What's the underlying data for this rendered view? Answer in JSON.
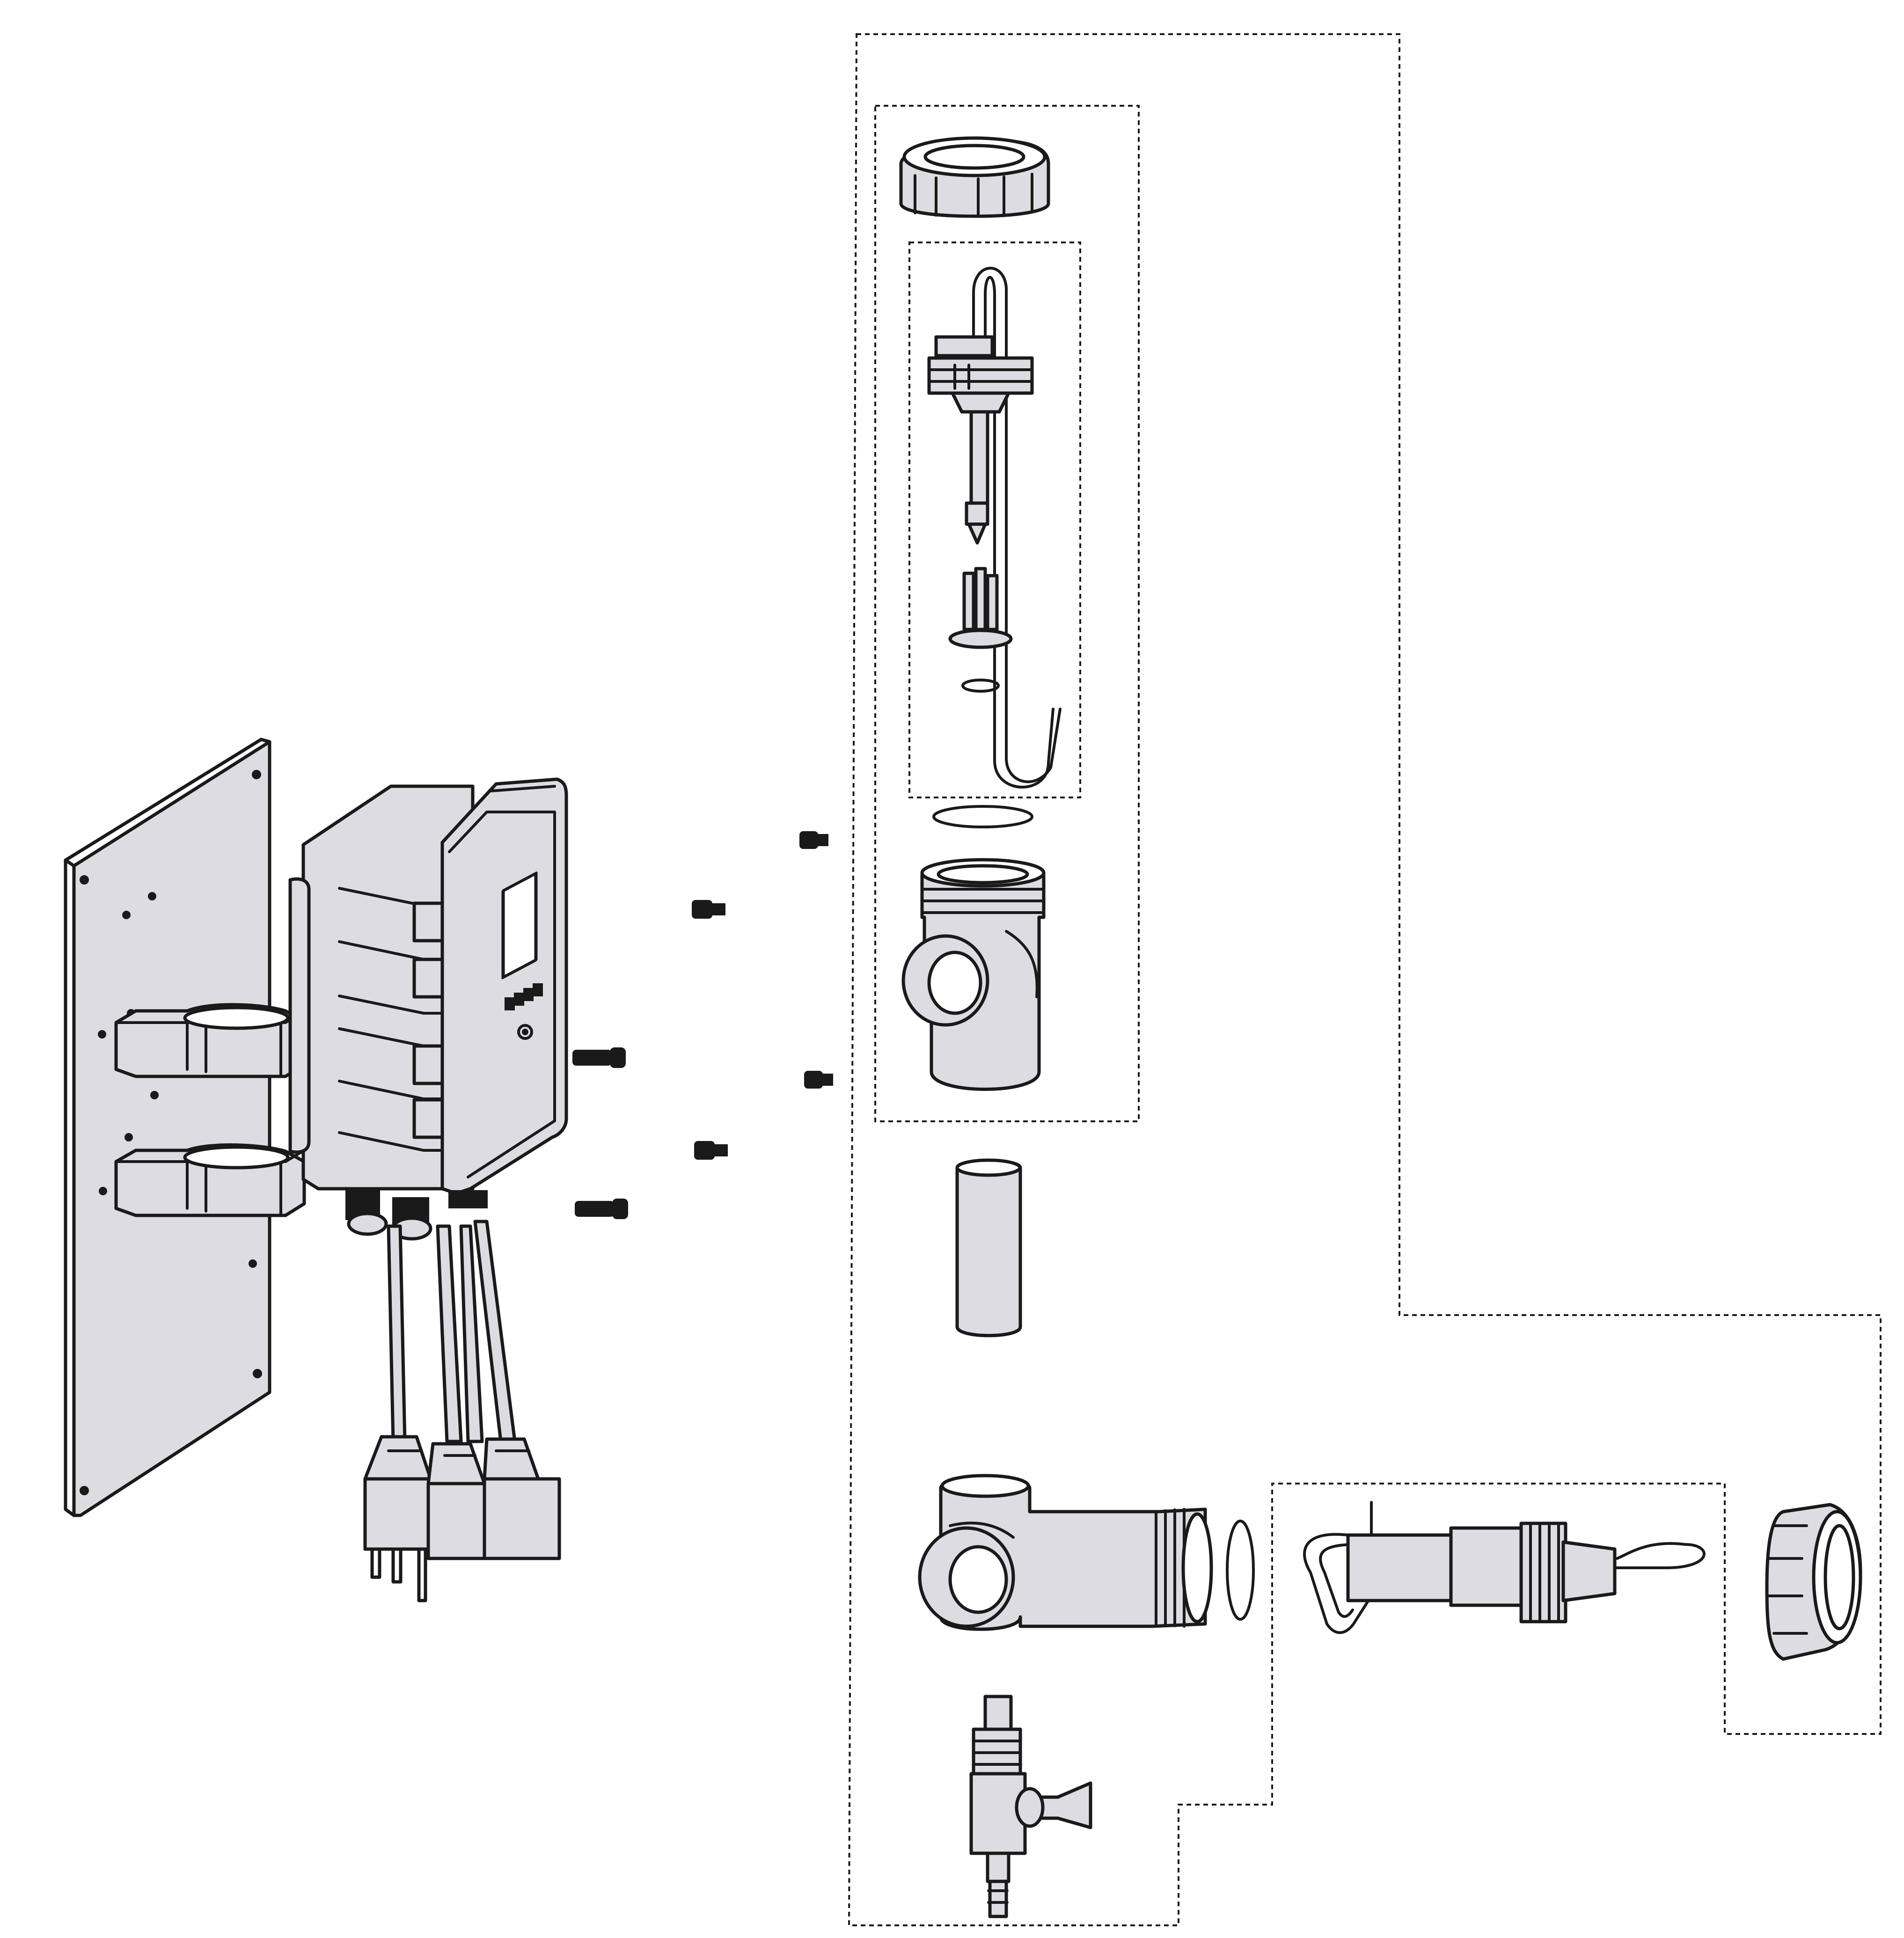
{
  "diagram": {
    "type": "exploded-assembly-view",
    "colors": {
      "part_fill": "#dcdce2",
      "outline": "#1a1a1a",
      "background": "#ffffff"
    },
    "icons": [
      "mounting-panel-icon",
      "enclosure-icon",
      "pipe-clamp-icon",
      "power-cord-icon",
      "screw-icon",
      "union-nut-icon",
      "sensor-probe-icon",
      "o-ring-icon",
      "tee-fitting-icon",
      "pipe-nipple-icon",
      "elbow-fitting-icon",
      "ball-valve-icon"
    ],
    "groups": [
      "outer-flow-cell-group",
      "upper-sensor-group",
      "probe-subgroup",
      "horizontal-probe-group",
      "end-nut-group"
    ]
  }
}
